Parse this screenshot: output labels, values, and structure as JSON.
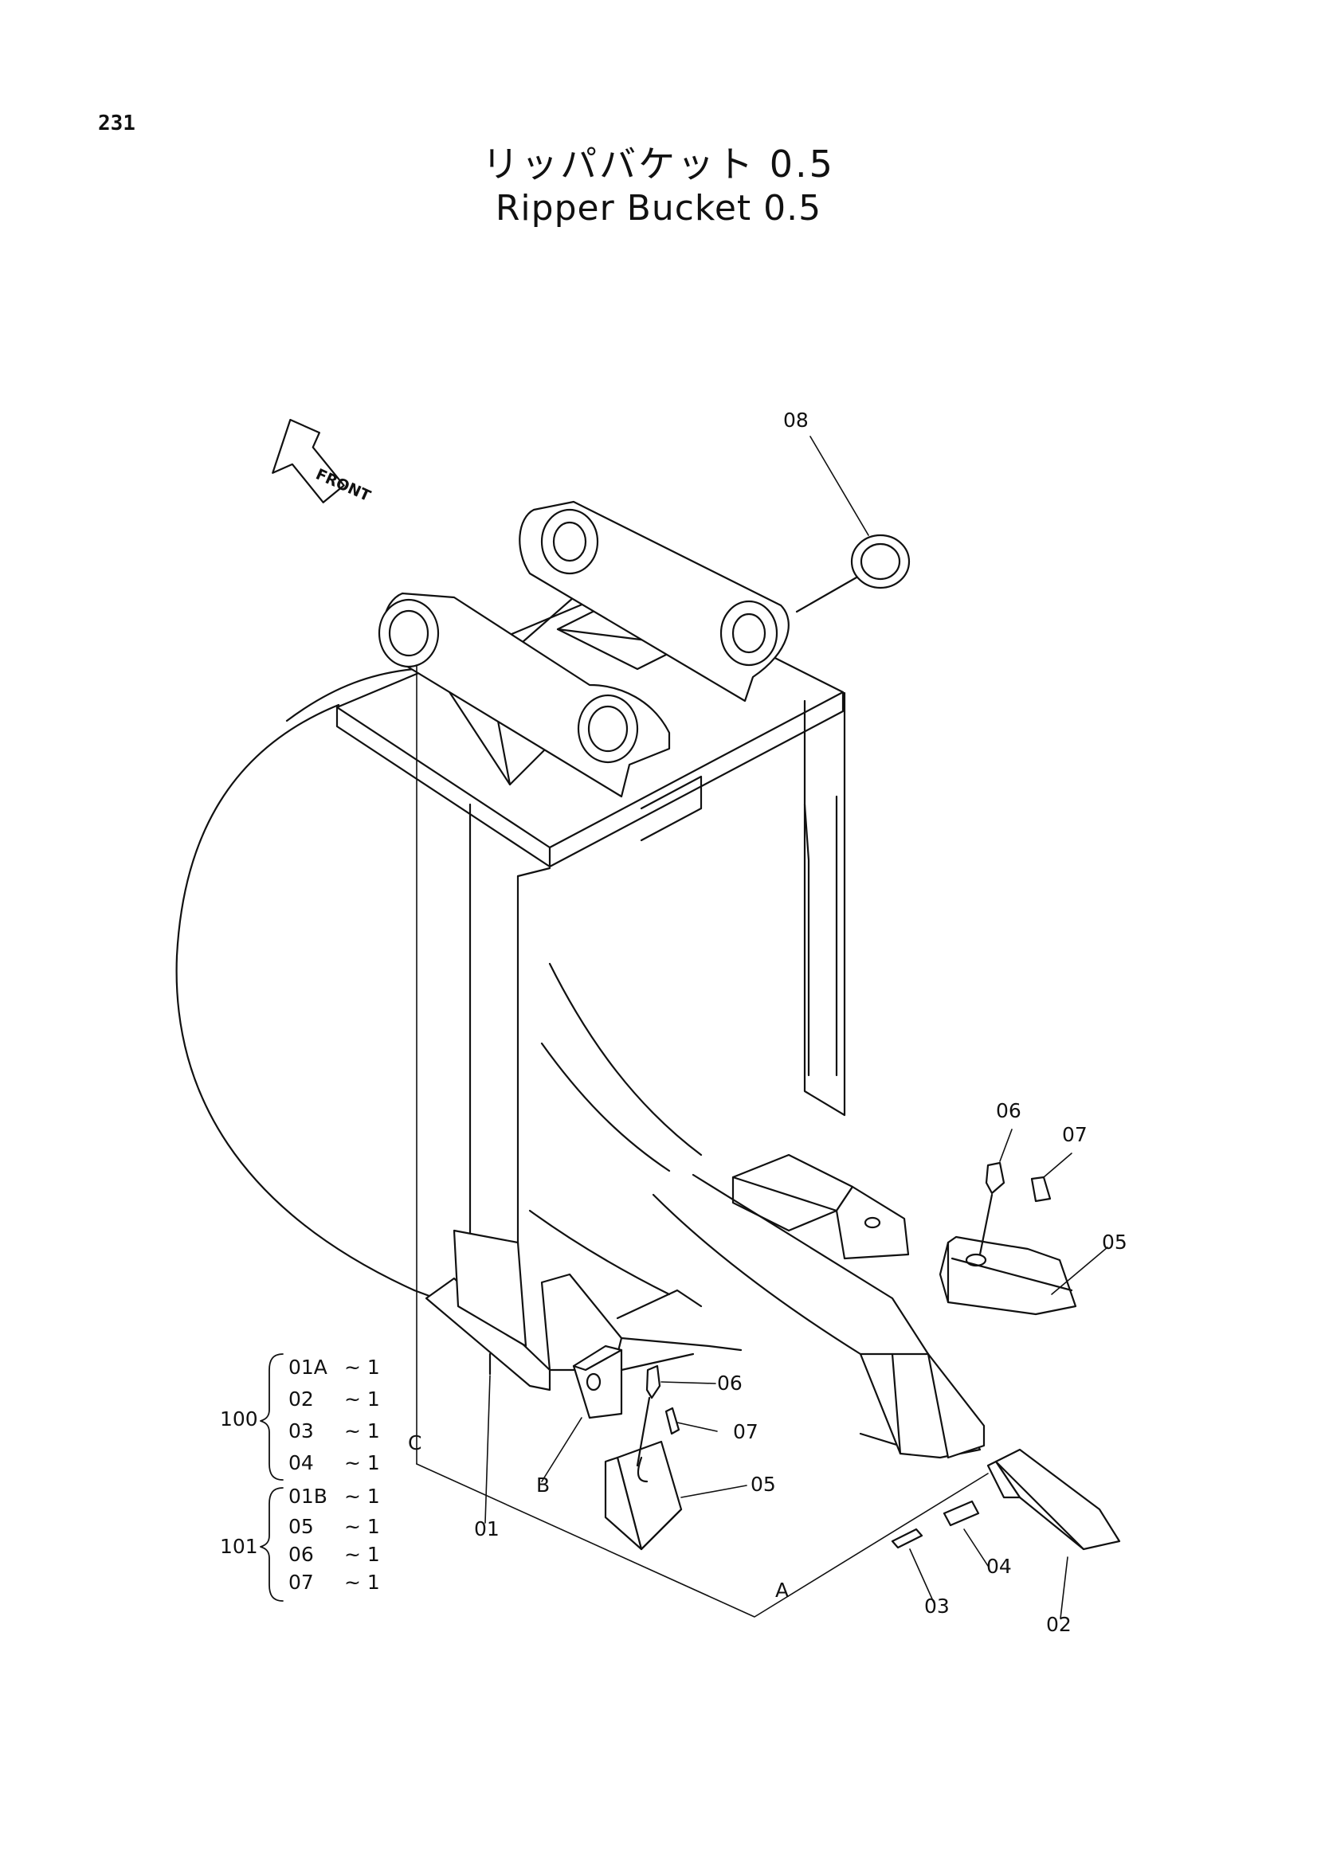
{
  "page_number": "231",
  "title": {
    "japanese": "リッパバケット 0.5",
    "english": "Ripper Bucket 0.5"
  },
  "front_label": "FRONT",
  "callouts": {
    "p08": "08",
    "p06_right": "06",
    "p07_right": "07",
    "p05_right": "05",
    "p06_left": "06",
    "p07_left": "07",
    "p05_left": "05",
    "p01": "01",
    "p04": "04",
    "p03": "03",
    "p02": "02",
    "ref_a": "A",
    "ref_b": "B",
    "ref_c": "C"
  },
  "kits": [
    {
      "number": "100",
      "items": [
        {
          "part": "01A",
          "qty": "~ 1"
        },
        {
          "part": "02",
          "qty": "~ 1"
        },
        {
          "part": "03",
          "qty": "~ 1"
        },
        {
          "part": "04",
          "qty": "~ 1"
        }
      ]
    },
    {
      "number": "101",
      "items": [
        {
          "part": "01B",
          "qty": "~ 1"
        },
        {
          "part": "05",
          "qty": "~ 1"
        },
        {
          "part": "06",
          "qty": "~ 1"
        },
        {
          "part": "07",
          "qty": "~ 1"
        }
      ]
    }
  ],
  "colors": {
    "line": "#111111",
    "paper": "#ffffff"
  }
}
